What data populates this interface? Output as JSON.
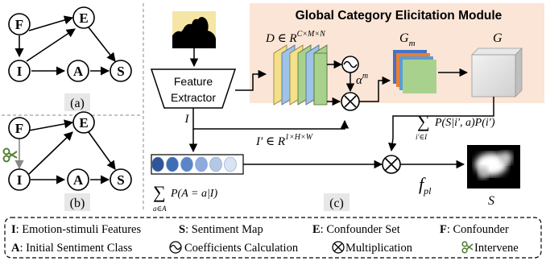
{
  "panel_a": {
    "nodes": {
      "F": "F",
      "E": "E",
      "I": "I",
      "A": "A",
      "S": "S"
    },
    "label": "(a)"
  },
  "panel_b": {
    "nodes": {
      "F": "F",
      "E": "E",
      "I": "I",
      "A": "A",
      "S": "S"
    },
    "label": "(b)",
    "icon": "scissors-icon"
  },
  "panel_c": {
    "label": "(c)",
    "module_title": "Global Category Elicitation Module",
    "extractor_line1": "Feature",
    "extractor_line2": "Extractor",
    "extractor_output": "I",
    "d_label": "D ∈ R",
    "d_sup": "C×M×N",
    "gm_label": "G",
    "gm_sub": "m",
    "g_label": "G",
    "alpha_label": "α",
    "alpha_sup": "m",
    "i_prime_label": "I′ ∈ R",
    "i_prime_sup": "1×H×W",
    "sum_top": "∑",
    "sum_top_sub": "i′∈I",
    "sum_top_expr": "P(S|i′, a)P(i′)",
    "sum_bottom": "∑",
    "sum_bottom_sub": "a∈A",
    "sum_bottom_expr": "P(A = a|I)",
    "fpl_label": "f",
    "fpl_sub": "pl",
    "output_label": "S",
    "class_bar_colors": [
      "#2f5597",
      "#3d6db5",
      "#5b85c8",
      "#8faadc",
      "#b4c7e7",
      "#dae3f3"
    ]
  },
  "legend": {
    "row1": [
      {
        "key": "I",
        "text": ": Emotion-stimuli  Features"
      },
      {
        "key": "S",
        "text": ": Sentiment Map"
      },
      {
        "key": "E",
        "text": ": Confounder Set"
      },
      {
        "key": "F",
        "text": ": Confounder"
      }
    ],
    "row2": [
      {
        "key": "A",
        "text": ": Initial Sentiment Class"
      },
      {
        "icon": "coefficients-icon",
        "text": "Coefficients Calculation"
      },
      {
        "icon": "multiplication-icon",
        "text": "Multiplication"
      },
      {
        "icon": "scissors-icon",
        "text": "Intervene"
      }
    ]
  },
  "colors": {
    "module_bg": "#fbe5d6",
    "gm_back": "#4472c4",
    "gm_mid": "#ed7d31",
    "gm_front": "#a9d18e",
    "scissors": "#548235"
  }
}
